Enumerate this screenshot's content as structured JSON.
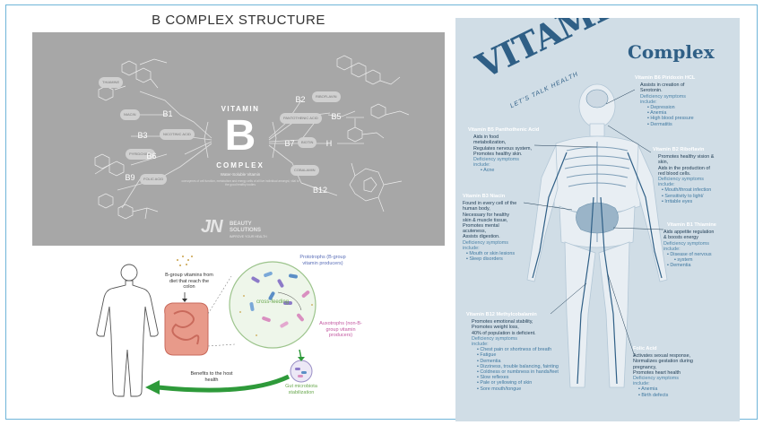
{
  "bcomplex": {
    "title": "B COMPLEX STRUCTURE",
    "vitamin": "VITAMIN",
    "b": "B",
    "complex": "COMPLEX",
    "subtitle": "Water-Soluble Vitamin",
    "small_text": "coenzymes of cell function, metabolism and energy cells of all live individual amongst, vital to the good healthy bodies",
    "nodes": {
      "b1": "B1",
      "b3": "B3",
      "b6": "B6",
      "b9": "B9",
      "b2": "B2",
      "b5": "B5",
      "b7": "B7",
      "h": "H",
      "b12": "B12"
    },
    "chips": {
      "thiamine": "THIAMINE",
      "niacin": "NIACIN",
      "nicotinic_acid": "NICOTINIC ACID",
      "pyridoxine": "PYRIDOXINE",
      "folic_acid": "FOLIC ACID",
      "riboflavin": "RIBOFLAVIN",
      "pantothenic_acid": "PANTOTHENIC ACID",
      "biotin": "BIOTIN",
      "cobalamin": "COBALAMIN"
    },
    "logo": {
      "mark": "JN",
      "name_line1": "BEAUTY",
      "name_line2": "SOLUTIONS",
      "tagline": "IMPROVE YOUR HEALTH"
    }
  },
  "gut": {
    "diet_text": "B-group vitamins from diet that reach the colon",
    "prototrophs": "Prototrophs (B-group vitamin producers)",
    "cross_feeding": "cross-feeding",
    "auxotrophs": "Auxotrophs (non-B-group vitamin producers)",
    "benefits": "Benefits to the host health",
    "stabilization": "Gut microbiota stabilization"
  },
  "poster": {
    "title_main": "VITAMIN-B",
    "title_complex": "Complex",
    "tagline": "LET'S TALK HEALTH",
    "b6": {
      "heading": "Vitamin B6 Piridoxin HCL",
      "text": [
        "Assists in creation of",
        "Serotonin."
      ],
      "def": [
        "Deficiency symptoms",
        "include:"
      ],
      "items": [
        "Depression",
        "Anemia",
        "High blood pressure",
        "Dermatitis"
      ]
    },
    "b5": {
      "heading": "Vitamin B5 Panthothenic Acid",
      "text": [
        "Aids in food",
        "metabolization,",
        "Regulates nervous system,",
        "Promotes healthy skin."
      ],
      "def": [
        "Deficiency symptoms",
        "include:"
      ],
      "items": [
        "Acne"
      ]
    },
    "b2": {
      "heading": "Vitamin B2 Riboflavin",
      "text": [
        "Promotes healthy vision &",
        "skin,",
        "Aids in the production of",
        "red blood cells."
      ],
      "def": [
        "Deficiency symptoms",
        "include:"
      ],
      "items": [
        "Mouth/throat infection",
        "Sensitivity to light/",
        "Irritable eyes"
      ]
    },
    "b3": {
      "heading": "Vitamin B3 Niacin",
      "text": [
        "Found in every cell of the",
        "human body,",
        "Necessary for healthy",
        "skin & muscle tissue,",
        "Promotes mental",
        "acuteness,",
        "Assists digestion."
      ],
      "def": [
        "Deficiency symptoms",
        "include:"
      ],
      "items": [
        "Mouth or skin lesions",
        "Sleep disorders"
      ]
    },
    "b1": {
      "heading": "Vitamin B1 Thiamine",
      "text": [
        "Aids appetite regulation",
        "& boosts energy"
      ],
      "def": [
        "Deficiency symptoms",
        "include:"
      ],
      "items": [
        "Disease of nervous",
        "system",
        "Dementia"
      ]
    },
    "b12": {
      "heading": "Vitamin B12 Methylcobalamin",
      "text": [
        "Promotes emotional stability,",
        "Promotes weight loss,",
        "40% of population is deficient."
      ],
      "def": [
        "Deficiency symptoms",
        "include:"
      ],
      "items": [
        "Chest pain or shortness of breath",
        "Fatigue",
        "Dementia",
        "Dizziness, trouble balancing, fainting",
        "Coldness or numbness in hands/feet",
        "Slow reflexes",
        "Pale or yellowing of skin",
        "Sore mouth/tongue"
      ]
    },
    "folic": {
      "heading": "Folic Acid",
      "text": [
        "Activates sexual response,",
        "Normalizes gestation during",
        "pregnancy,",
        "Promotes heart health"
      ],
      "def": [
        "Deficiency symptoms",
        "include:"
      ],
      "items": [
        "Anemia",
        "Birth defects"
      ]
    }
  },
  "colors": {
    "frame": "#6fb5d8",
    "bc_bg": "#a7a7a7",
    "poster_bg": "#d0dde6",
    "poster_title": "#2f5f86",
    "arrow_green": "#2e9a3a"
  }
}
